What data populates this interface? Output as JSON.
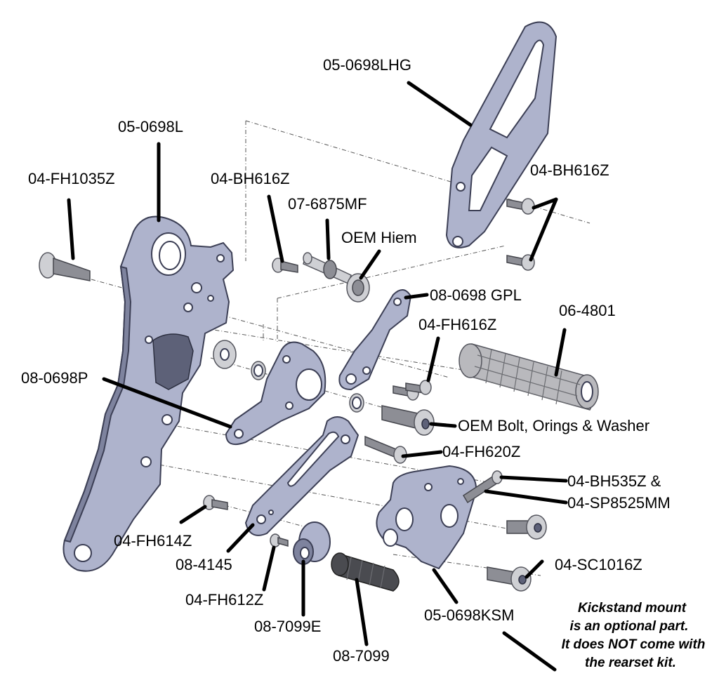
{
  "labels": {
    "l_0698lhg": "05-0698LHG",
    "l_0698l": "05-0698L",
    "l_fh1035z": "04-FH1035Z",
    "l_bh616z_a": "04-BH616Z",
    "l_bh616z_b": "04-BH616Z",
    "l_6875mf": "07-6875MF",
    "l_oem_hiem": "OEM Hiem",
    "l_0698gpl": "08-0698 GPL",
    "l_4801": "06-4801",
    "l_fh616z": "04-FH616Z",
    "l_0698p": "08-0698P",
    "l_oem_bolt": "OEM Bolt, Orings & Washer",
    "l_fh620z": "04-FH620Z",
    "l_bh535z": "04-BH535Z &",
    "l_sp8525mm": "04-SP8525MM",
    "l_fh614z": "04-FH614Z",
    "l_4145": "08-4145",
    "l_sc1016z": "04-SC1016Z",
    "l_fh612z": "04-FH612Z",
    "l_0698ksm": "05-0698KSM",
    "l_7099e": "08-7099E",
    "l_7099": "08-7099"
  },
  "note": {
    "line1": "Kickstand mount",
    "line2": "is an optional part.",
    "line3": "It does NOT come with",
    "line4": "the rearset kit."
  }
}
